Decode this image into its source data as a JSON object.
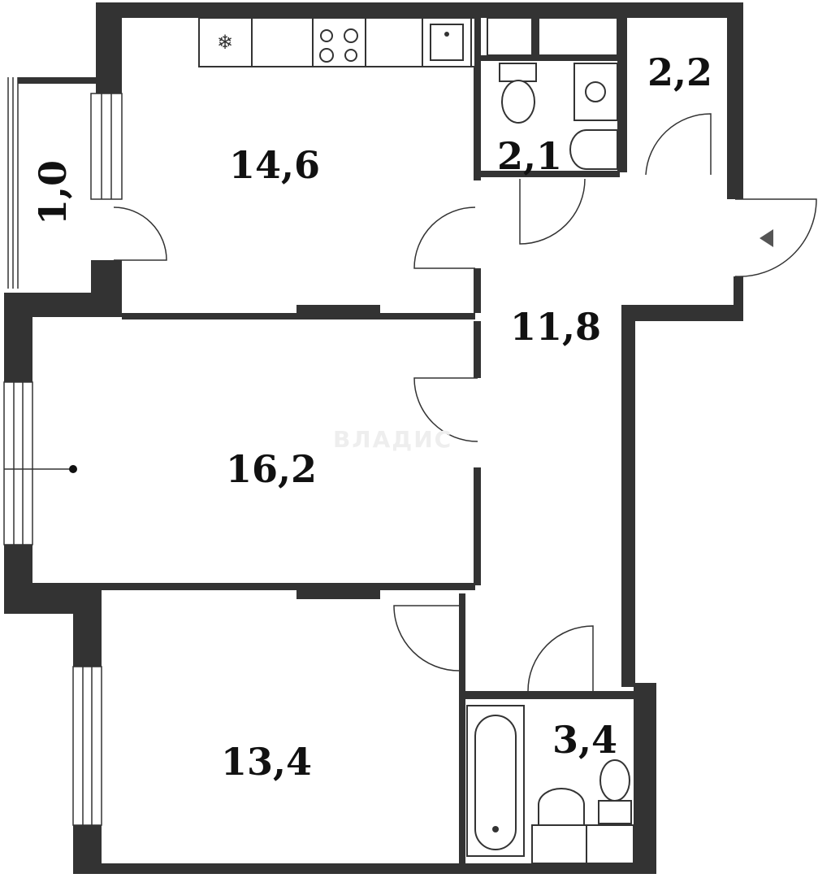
{
  "plan": {
    "rooms": [
      {
        "id": "kitchen",
        "area": "14,6"
      },
      {
        "id": "balcony",
        "area": "1,0"
      },
      {
        "id": "wc",
        "area": "2,1"
      },
      {
        "id": "storage",
        "area": "2,2"
      },
      {
        "id": "hall",
        "area": "11,8"
      },
      {
        "id": "living-room",
        "area": "16,2"
      },
      {
        "id": "bedroom",
        "area": "13,4"
      },
      {
        "id": "bathroom",
        "area": "3,4"
      }
    ],
    "watermark": "ВЛАДИС",
    "wall_color": "#333333"
  }
}
